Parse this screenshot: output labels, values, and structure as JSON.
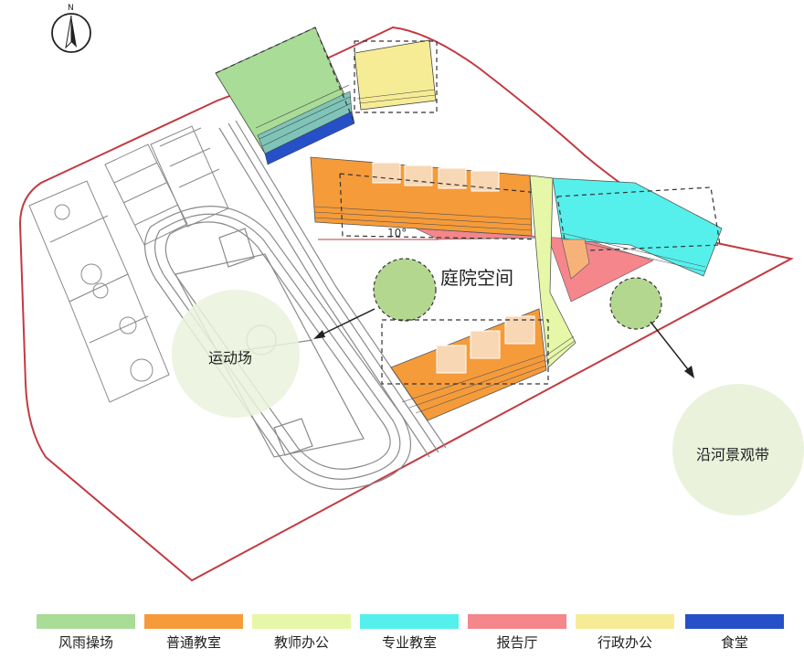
{
  "compass": {
    "label": "N"
  },
  "labels": {
    "sports_field": "运动场",
    "courtyard": "庭院空间",
    "river_belt": "沿河景观带",
    "angle": "10°"
  },
  "legend": [
    {
      "label": "风雨操场",
      "color": "#a9dc96"
    },
    {
      "label": "普通教室",
      "color": "#f59b3a"
    },
    {
      "label": "教师办公",
      "color": "#e6f7a8"
    },
    {
      "label": "专业教室",
      "color": "#55f0ec"
    },
    {
      "label": "报告厅",
      "color": "#f4868c"
    },
    {
      "label": "行政办公",
      "color": "#f6ec96"
    },
    {
      "label": "食堂",
      "color": "#2550c8"
    }
  ],
  "colors": {
    "site_boundary": "#c23a42",
    "green_circle": "#b3d78f",
    "light_green_circle": "#eaf2dc",
    "line": "#7a7a7a"
  }
}
